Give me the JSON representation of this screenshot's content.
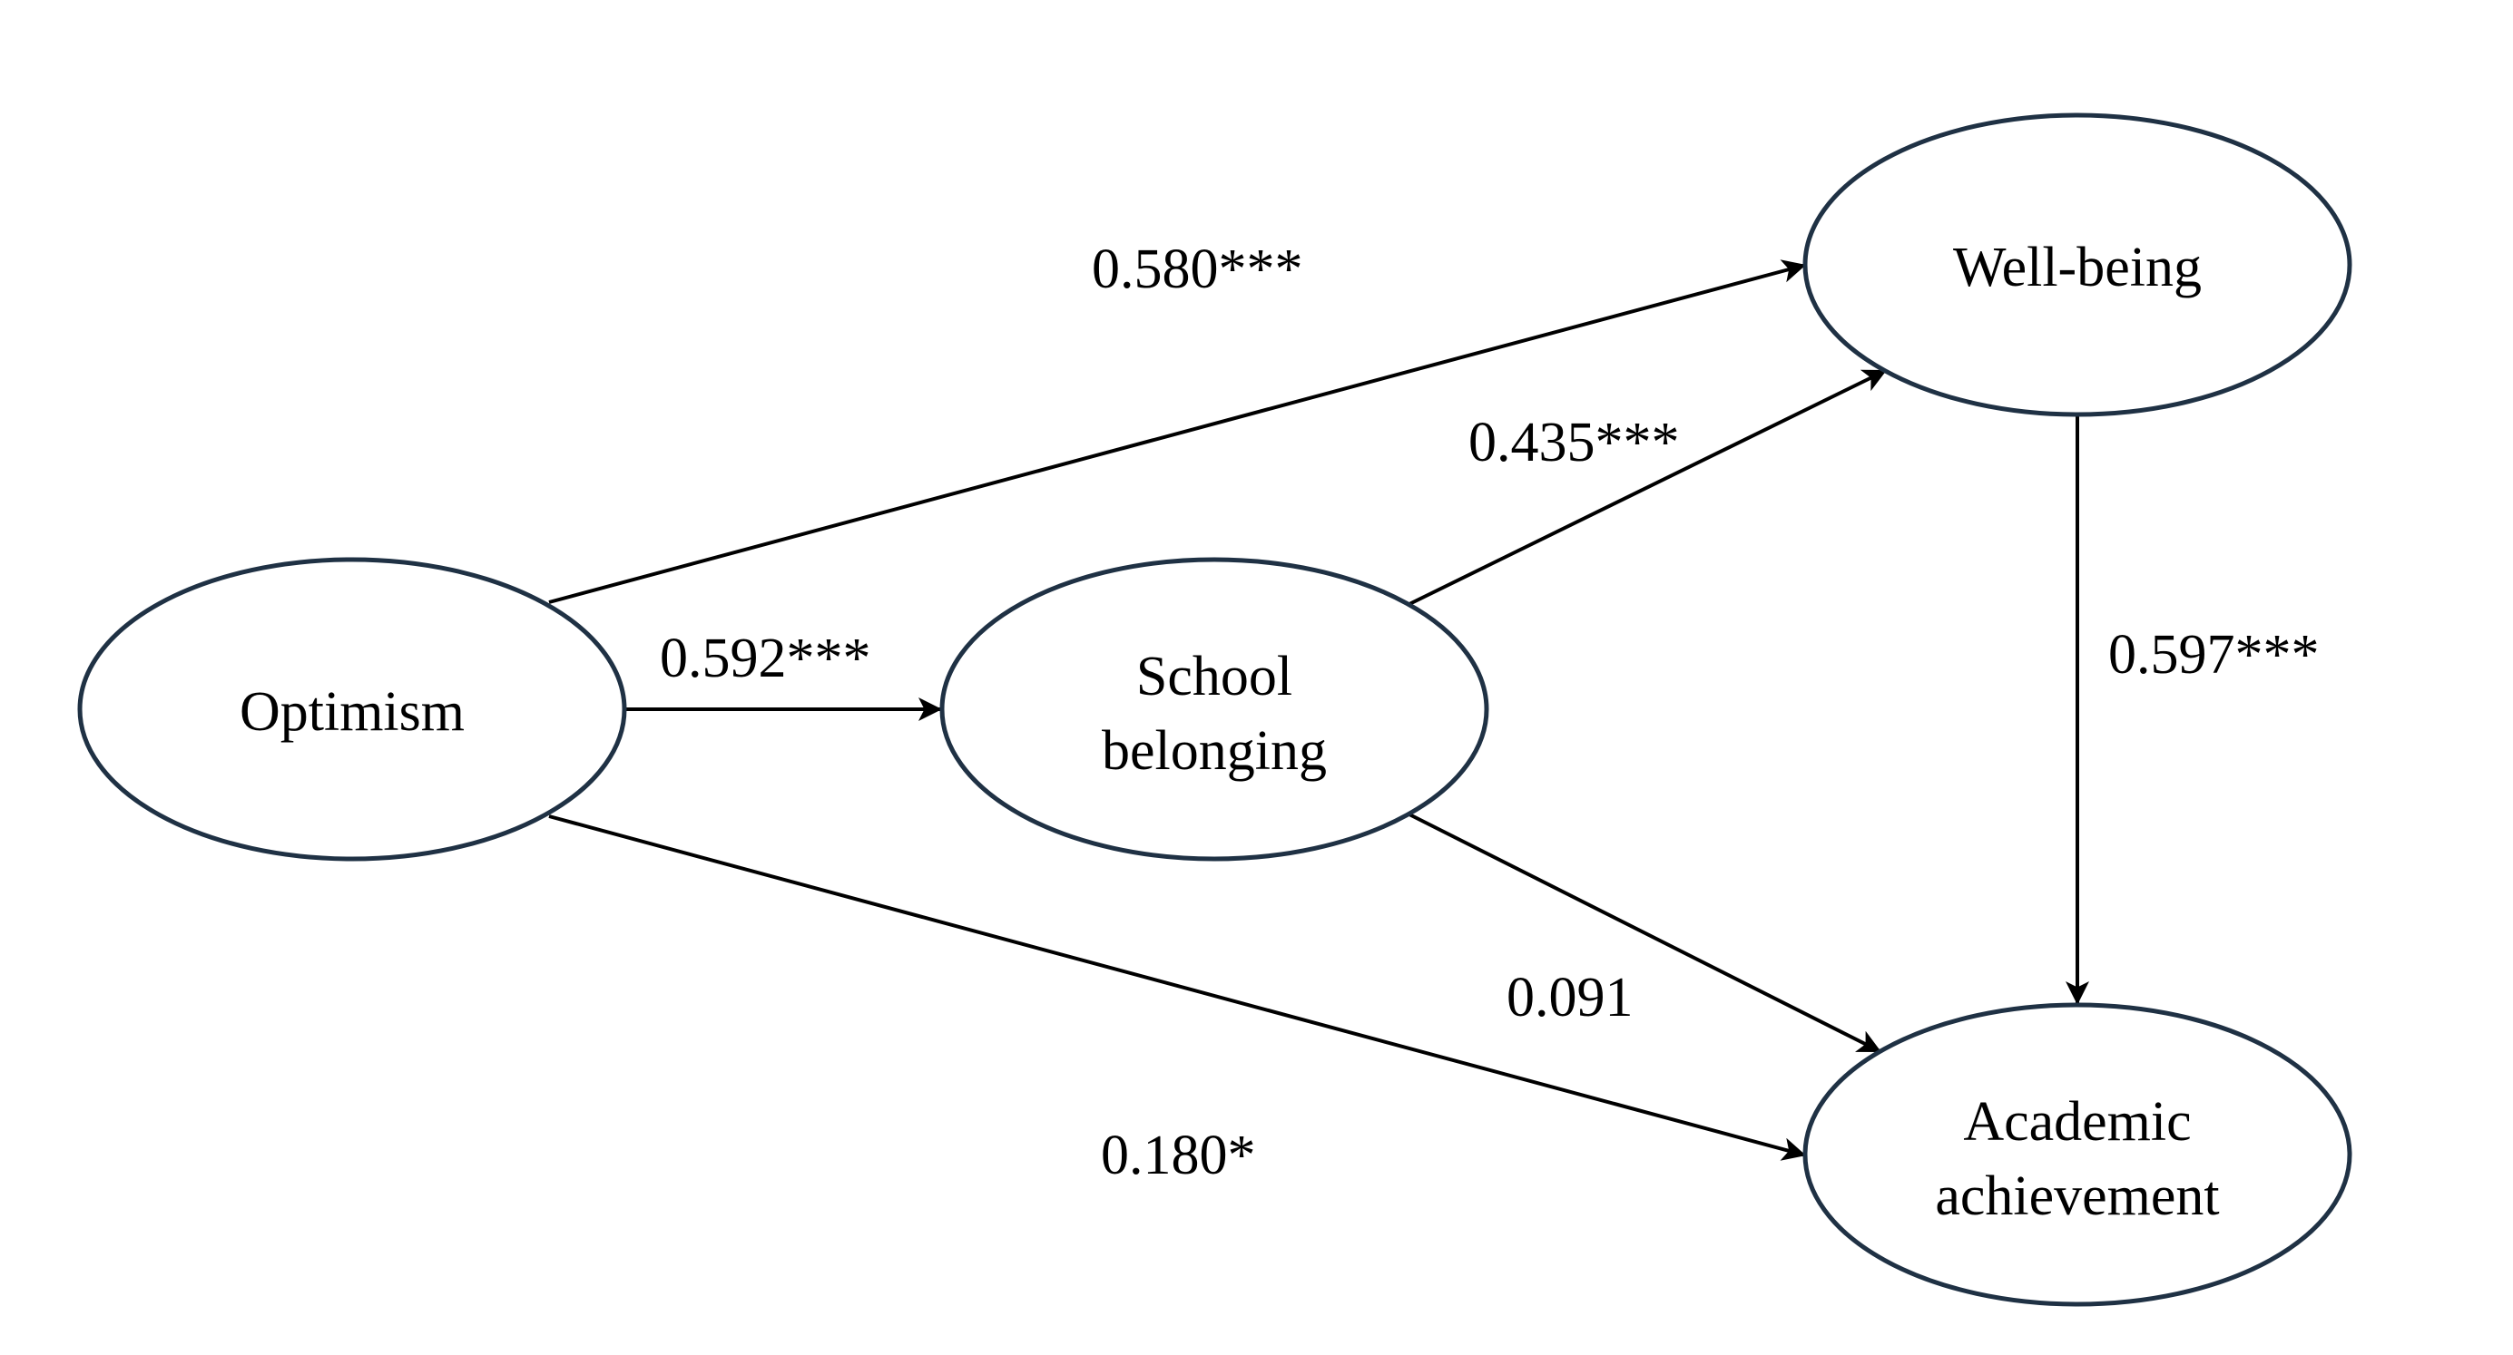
{
  "nodes": {
    "optimism": {
      "lines": [
        "Optimism"
      ]
    },
    "school_belonging": {
      "lines": [
        "School",
        "belonging"
      ]
    },
    "well_being": {
      "lines": [
        "Well-being"
      ]
    },
    "academic_achievement": {
      "lines": [
        "Academic",
        "achievement"
      ]
    }
  },
  "edges": {
    "optimism_to_well_being": "0.580***",
    "optimism_to_school_belonging": "0.592***",
    "school_belonging_to_well_being": "0.435***",
    "well_being_to_academic_achievement": "0.597***",
    "school_belonging_to_academic_achievement": "0.091",
    "optimism_to_academic_achievement": "0.180*"
  },
  "colors": {
    "node_border": "#1f3144",
    "arrow": "#000000",
    "text": "#000000",
    "background": "#ffffff"
  }
}
